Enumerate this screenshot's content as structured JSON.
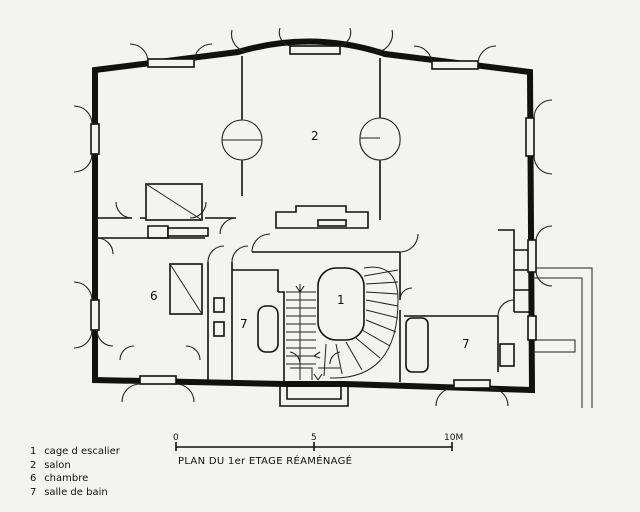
{
  "rooms": [
    {
      "id": "staircase",
      "number": "1"
    },
    {
      "id": "salon",
      "number": "2"
    },
    {
      "id": "bedroom",
      "number": "6"
    },
    {
      "id": "bathroom-west",
      "number": "7"
    },
    {
      "id": "bathroom-east",
      "number": "7"
    }
  ],
  "legend": [
    {
      "number": "1",
      "label": "cage d escalier"
    },
    {
      "number": "2",
      "label": "salon"
    },
    {
      "number": "6",
      "label": "chambre"
    },
    {
      "number": "7",
      "label": "salle de bain"
    }
  ],
  "scale": {
    "ticks": [
      "0",
      "5",
      "10M"
    ]
  },
  "title": "PLAN DU 1er ETAGE RÉAMÉNAGÉ"
}
